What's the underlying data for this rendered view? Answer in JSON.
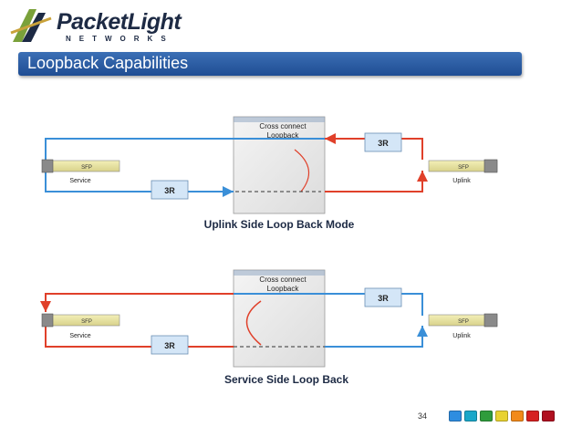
{
  "logo": {
    "name": "PacketLight",
    "subtitle": "NETWORKS"
  },
  "title": "Loopback Capabilities",
  "diagrams": [
    {
      "caption": "Uplink Side Loop Back Mode",
      "xc_label_line1": "Cross connect",
      "xc_label_line2": "Loopback",
      "left_sfp": "SFP",
      "right_sfp": "SFP",
      "left_label": "Service",
      "right_label": "Uplink",
      "upper_3r": "3R",
      "lower_3r": "3R"
    },
    {
      "caption": "Service Side Loop Back",
      "xc_label_line1": "Cross connect",
      "xc_label_line2": "Loopback",
      "left_sfp": "SFP",
      "right_sfp": "SFP",
      "left_label": "Service",
      "right_label": "Uplink",
      "upper_3r": "3R",
      "lower_3r": "3R"
    }
  ],
  "page_number": "34",
  "colors": {
    "blue_line": "#3a8fd8",
    "red_line": "#e0402a",
    "title_bar": "#2a5ca3",
    "box_3r": "#d4e6f7"
  },
  "swatch_colors": [
    "#2e8de0",
    "#1aa7c9",
    "#2f9c3c",
    "#e8d230",
    "#f28a1a",
    "#d62020",
    "#b01020"
  ]
}
